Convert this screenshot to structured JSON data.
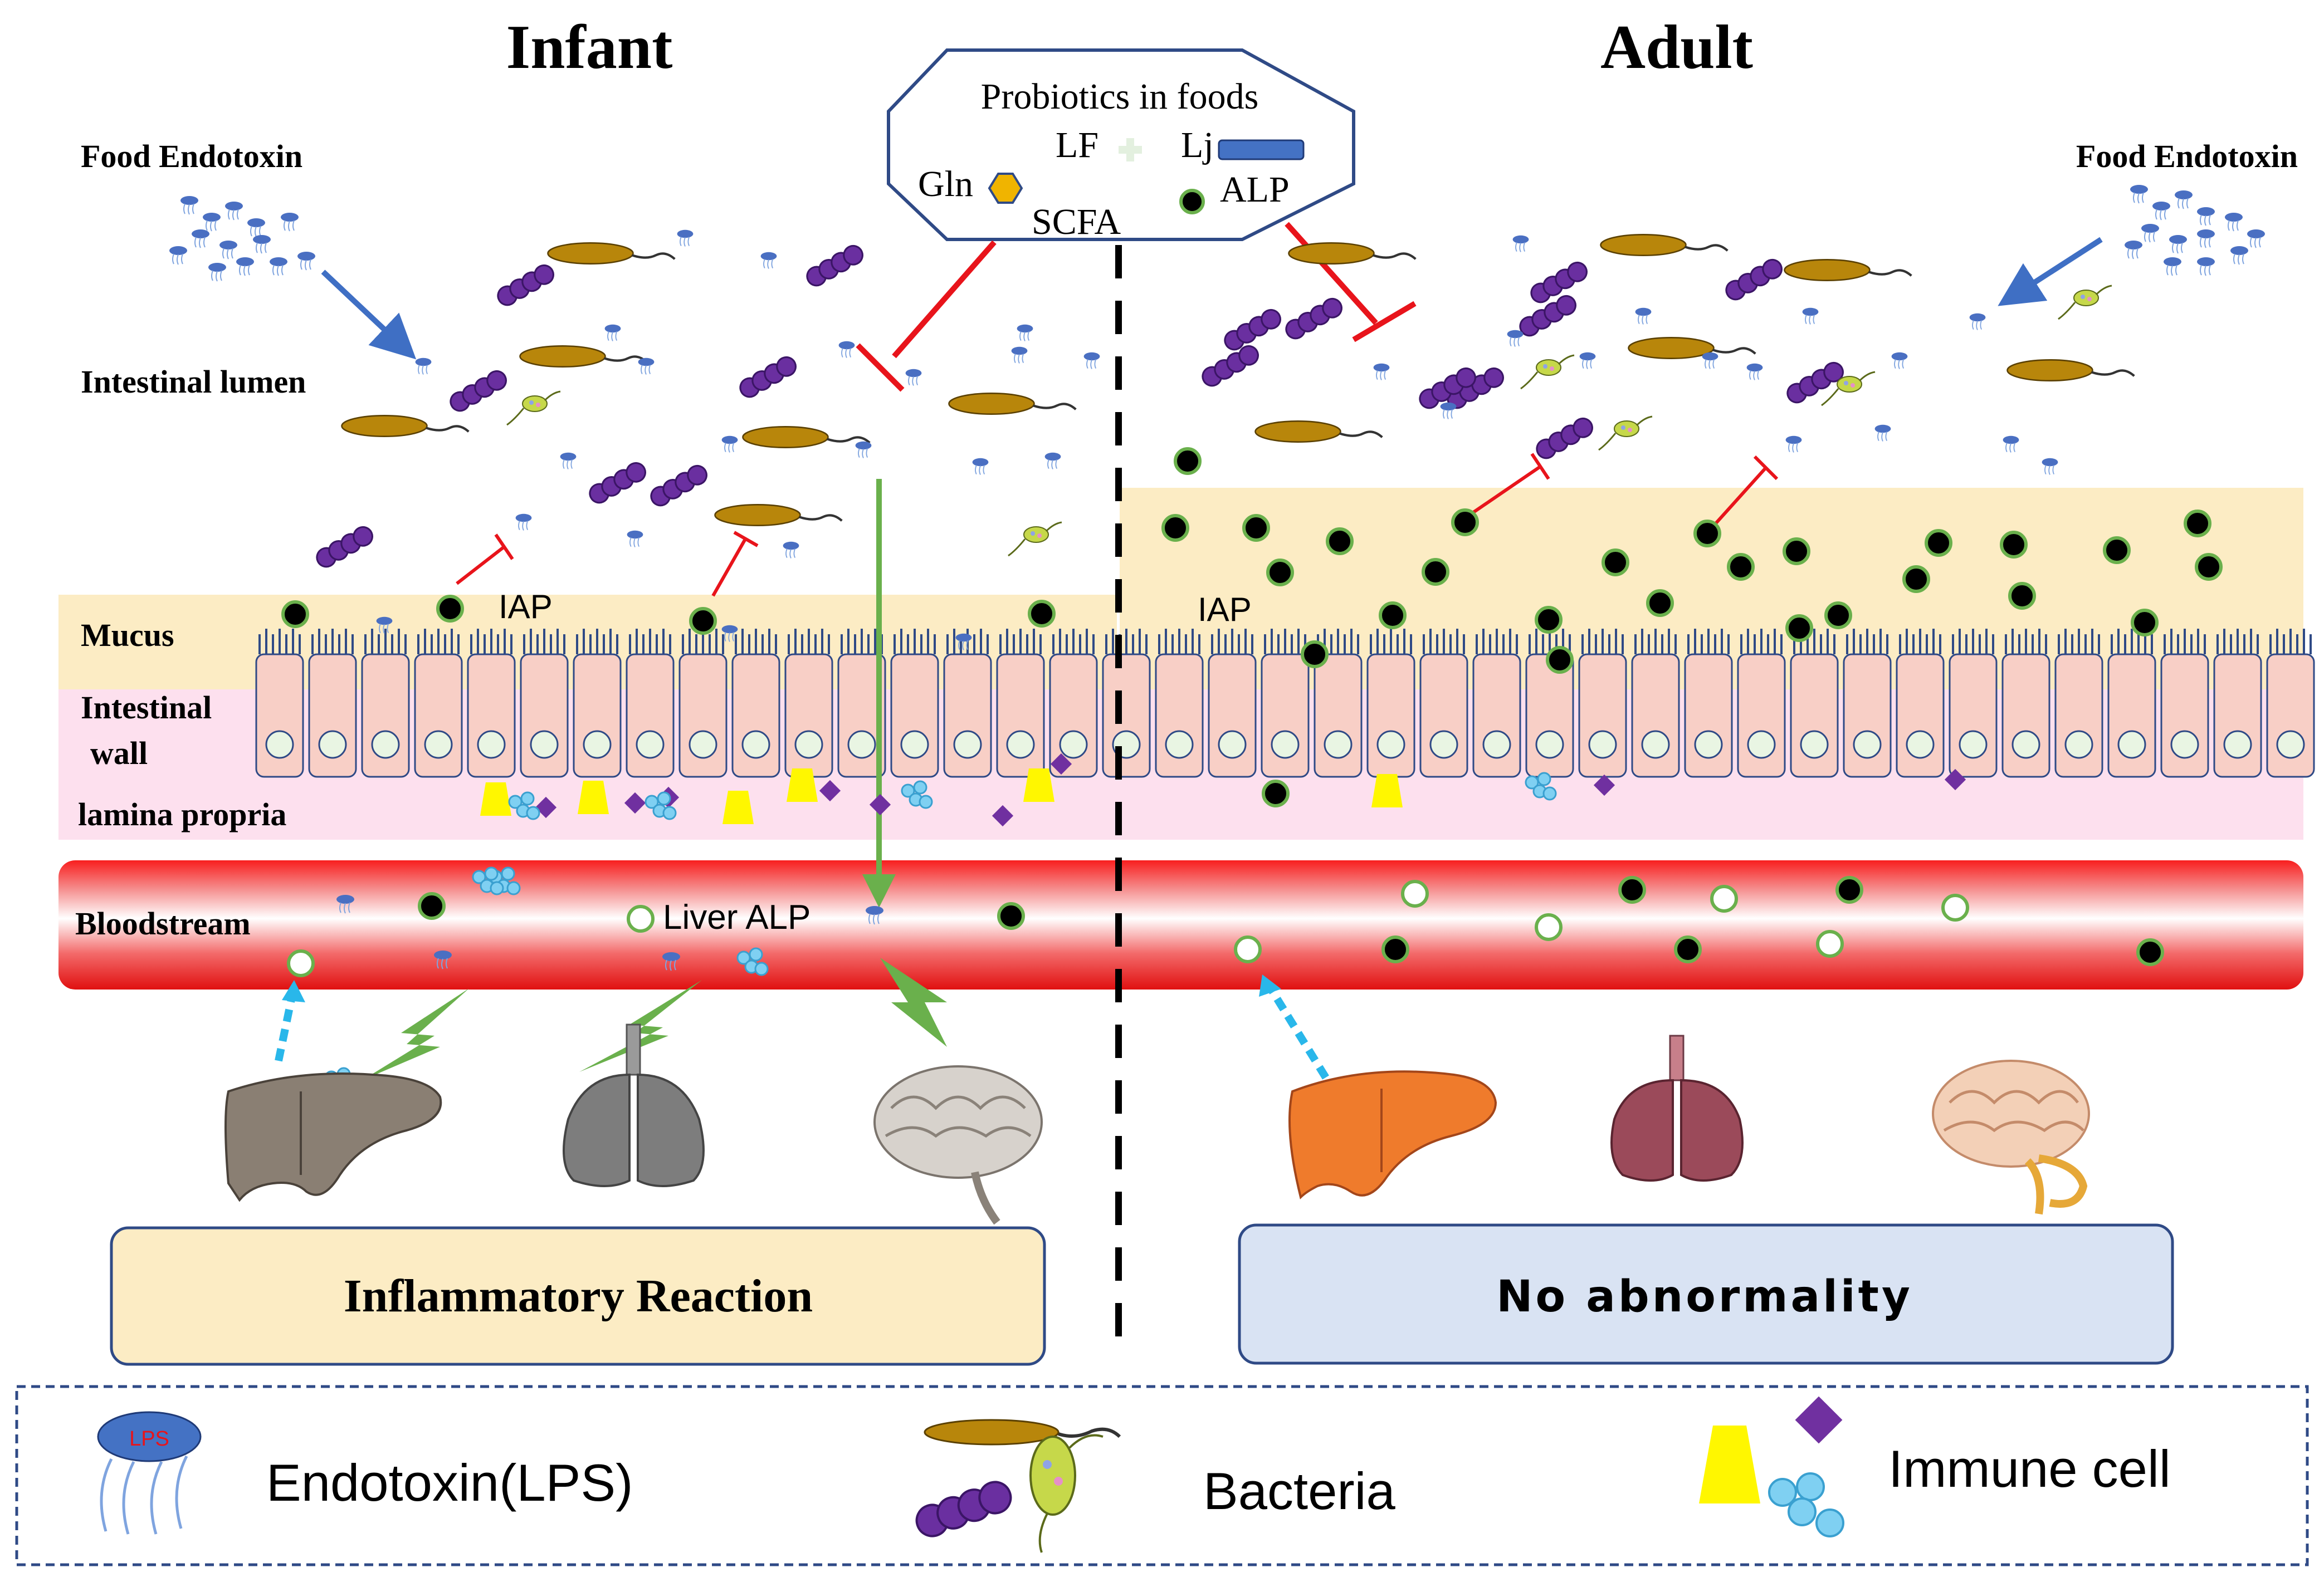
{
  "titles": {
    "left": "Infant",
    "right": "Adult"
  },
  "probiotics": {
    "heading": "Probiotics in foods",
    "lf": "LF",
    "lj": "Lj",
    "gln": "Gln",
    "scfa": "SCFA",
    "alp": "ALP"
  },
  "labels": {
    "food_endotoxin_left": "Food Endotoxin",
    "food_endotoxin_right": "Food Endotoxin",
    "intestinal_lumen": "Intestinal lumen",
    "mucus": "Mucus",
    "intestinal_wall_line1": "Intestinal",
    "intestinal_wall_line2": "wall",
    "lamina_propria": "lamina propria",
    "bloodstream": "Bloodstream",
    "iap_left": "IAP",
    "iap_right": "IAP",
    "liver_alp": "Liver ALP"
  },
  "outcomes": {
    "infant": "Inflammatory Reaction",
    "adult": "No abnormality"
  },
  "legend": {
    "endotoxin": "Endotoxin(LPS)",
    "lps_badge": "LPS",
    "bacteria": "Bacteria",
    "immune_cell": "Immune cell"
  },
  "colors": {
    "mucus": "#fcecc4",
    "lamina_propria": "#fde0ee",
    "cell": "#f8cfc6",
    "cell_border": "#2f4a86",
    "blood": "#ee1b1b",
    "inhibit": "#e8141b",
    "arrow_blue": "#3f6fc4",
    "arrow_green": "#6ab04c",
    "infant_box": "#fcecc4",
    "adult_box": "#d9e3f3",
    "alp_dot": "#000000",
    "alp_ring": "#6ab04c"
  }
}
